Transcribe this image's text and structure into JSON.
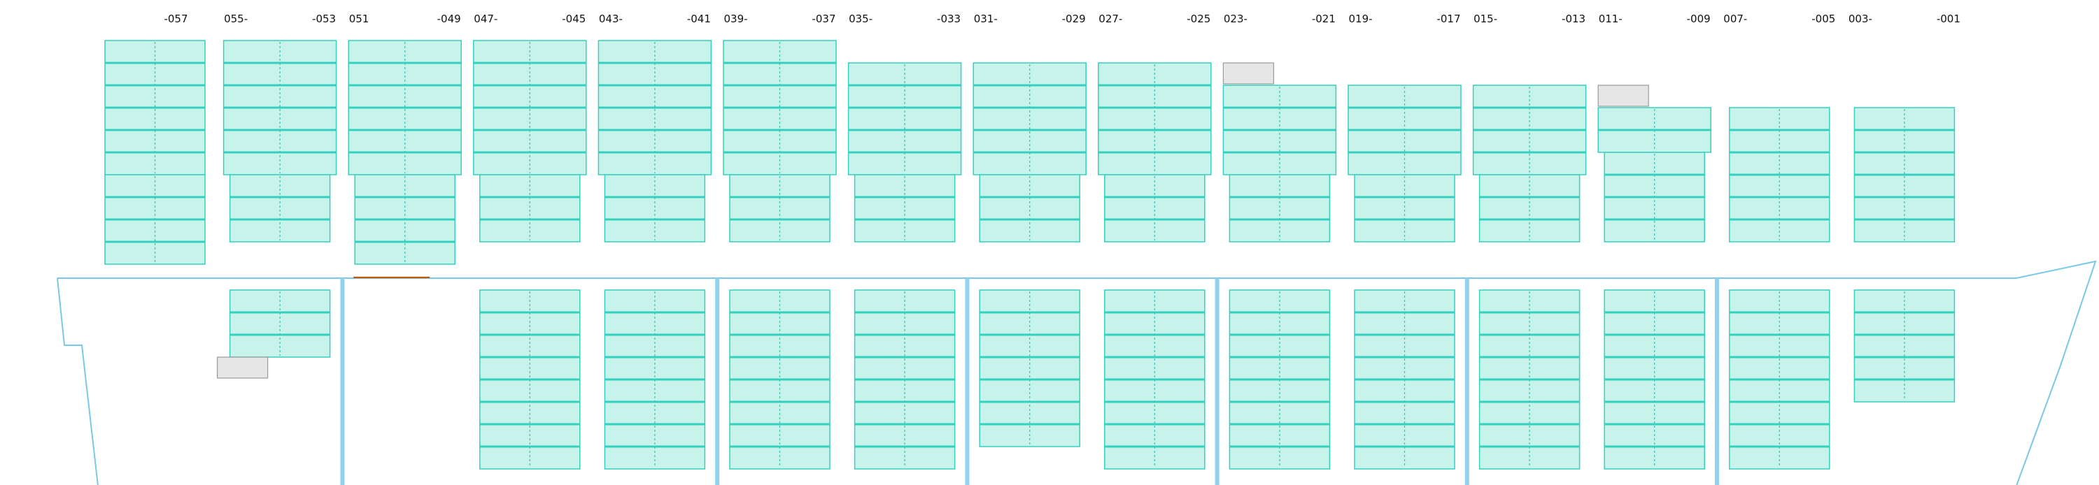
{
  "bay_labels": [
    {
      "text": "-057",
      "col": 0
    },
    {
      "text": "055-",
      "col": 1,
      "side": "left"
    },
    {
      "text": "-053",
      "col": 1,
      "side": "right"
    },
    {
      "text": "051",
      "col": 2,
      "side": "left"
    },
    {
      "text": "-049",
      "col": 2,
      "side": "right"
    },
    {
      "text": "047-",
      "col": 3,
      "side": "left"
    },
    {
      "text": "-045",
      "col": 3,
      "side": "right"
    },
    {
      "text": "043-",
      "col": 4,
      "side": "left"
    },
    {
      "text": "-041",
      "col": 4,
      "side": "right"
    },
    {
      "text": "039-",
      "col": 5,
      "side": "left"
    },
    {
      "text": "-037",
      "col": 5,
      "side": "right"
    },
    {
      "text": "035-",
      "col": 6,
      "side": "left"
    },
    {
      "text": "-033",
      "col": 6,
      "side": "right"
    },
    {
      "text": "031-",
      "col": 7,
      "side": "left"
    },
    {
      "text": "-029",
      "col": 7,
      "side": "right"
    },
    {
      "text": "027-",
      "col": 8,
      "side": "left"
    },
    {
      "text": "-025",
      "col": 8,
      "side": "right"
    },
    {
      "text": "023-",
      "col": 9,
      "side": "left"
    },
    {
      "text": "-021",
      "col": 9,
      "side": "right"
    },
    {
      "text": "019-",
      "col": 10,
      "side": "left"
    },
    {
      "text": "-017",
      "col": 10,
      "side": "right"
    },
    {
      "text": "015-",
      "col": 11,
      "side": "left"
    },
    {
      "text": "-013",
      "col": 11,
      "side": "right"
    },
    {
      "text": "011-",
      "col": 12,
      "side": "left"
    },
    {
      "text": "-009",
      "col": 12,
      "side": "right"
    },
    {
      "text": "007-",
      "col": 13,
      "side": "left"
    },
    {
      "text": "-005",
      "col": 13,
      "side": "right"
    },
    {
      "text": "003-",
      "col": 14,
      "side": "left"
    },
    {
      "text": "-001",
      "col": 14,
      "side": "right"
    }
  ],
  "colors": {
    "slot_fill": "#c8f3ea",
    "slot_stroke": "#33d0c0",
    "hull": "#79c8e6",
    "bulkhead": "#8fd3f1",
    "hatch_cover": "#e6e6e6",
    "marker": "#c2590f"
  },
  "deck_bays": [
    {
      "col": 0,
      "upper_tiers": 6,
      "upper_start_tier": 0,
      "lower_tiers": 4,
      "wide_upper": false
    },
    {
      "col": 1,
      "upper_tiers": 6,
      "upper_start_tier": 0,
      "lower_tiers": 3,
      "wide_upper": true
    },
    {
      "col": 2,
      "upper_tiers": 6,
      "upper_start_tier": 0,
      "lower_tiers": 4,
      "wide_upper": true
    },
    {
      "col": 3,
      "upper_tiers": 6,
      "upper_start_tier": 0,
      "lower_tiers": 3,
      "wide_upper": true
    },
    {
      "col": 4,
      "upper_tiers": 6,
      "upper_start_tier": 0,
      "lower_tiers": 3,
      "wide_upper": true
    },
    {
      "col": 5,
      "upper_tiers": 6,
      "upper_start_tier": 0,
      "lower_tiers": 3,
      "wide_upper": true
    },
    {
      "col": 6,
      "upper_tiers": 5,
      "upper_start_tier": 1,
      "lower_tiers": 3,
      "wide_upper": true
    },
    {
      "col": 7,
      "upper_tiers": 5,
      "upper_start_tier": 1,
      "lower_tiers": 3,
      "wide_upper": true
    },
    {
      "col": 8,
      "upper_tiers": 5,
      "upper_start_tier": 1,
      "lower_tiers": 3,
      "wide_upper": true
    },
    {
      "col": 9,
      "upper_tiers": 4,
      "upper_start_tier": 2,
      "lower_tiers": 3,
      "wide_upper": true
    },
    {
      "col": 10,
      "upper_tiers": 4,
      "upper_start_tier": 2,
      "lower_tiers": 3,
      "wide_upper": true
    },
    {
      "col": 11,
      "upper_tiers": 4,
      "upper_start_tier": 2,
      "lower_tiers": 3,
      "wide_upper": true
    },
    {
      "col": 12,
      "upper_tiers": 2,
      "upper_start_tier": 3,
      "lower_tiers": 4,
      "wide_upper": true
    },
    {
      "col": 13,
      "upper_tiers": 6,
      "upper_start_tier": 3,
      "lower_tiers": 0,
      "wide_upper": false
    },
    {
      "col": 14,
      "upper_tiers": 6,
      "upper_start_tier": 3,
      "lower_tiers": 0,
      "wide_upper": false
    }
  ],
  "hold_bays": [
    {
      "col": 1,
      "tiers": 3
    },
    {
      "col": 3,
      "tiers": 8
    },
    {
      "col": 4,
      "tiers": 8
    },
    {
      "col": 5,
      "tiers": 8
    },
    {
      "col": 6,
      "tiers": 8
    },
    {
      "col": 7,
      "tiers": 7
    },
    {
      "col": 8,
      "tiers": 8
    },
    {
      "col": 9,
      "tiers": 8
    },
    {
      "col": 10,
      "tiers": 8
    },
    {
      "col": 11,
      "tiers": 8
    },
    {
      "col": 12,
      "tiers": 8
    },
    {
      "col": 13,
      "tiers": 8
    },
    {
      "col": 14,
      "tiers": 5
    }
  ],
  "hatch_covers": [
    {
      "after_col": 8
    },
    {
      "after_col": 11
    },
    {
      "hold_col": 1
    }
  ],
  "bulkheads_after_col": [
    1,
    4,
    6,
    8,
    10,
    12
  ]
}
